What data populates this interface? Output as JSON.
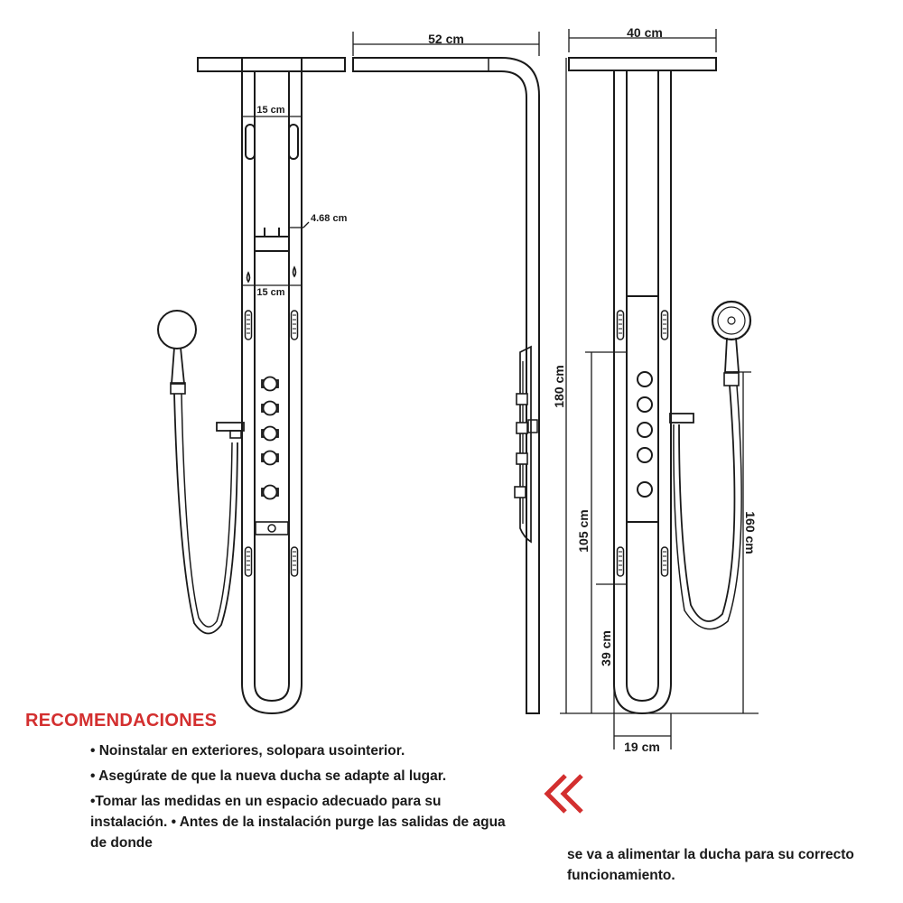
{
  "dimensions": {
    "front_top_spacing": "15 cm",
    "valve_spacing": "4.68 cm",
    "front_mid_spacing": "15 cm",
    "side_depth": "52 cm",
    "side_height": "180 cm",
    "back_width": "40 cm",
    "height_105": "105 cm",
    "height_39": "39 cm",
    "hose_length": "160 cm",
    "base_width": "19 cm"
  },
  "recommendations": {
    "heading": "RECOMENDACIONES",
    "item_1": "• Noinstalar en exteriores, solopara usointerior.",
    "item_2": "• Asegúrate de que la nueva ducha se adapte al lugar.",
    "item_3": "•Tomar las medidas en un espacio adecuado para su instalación. • Antes de la instalación purge las salidas de agua de donde",
    "continuation": "se va a alimentar la ducha para su correcto funcionamiento."
  },
  "colors": {
    "accent": "#d32f2f",
    "line": "#1a1a1a"
  },
  "icons": {
    "chevron": "double-chevron-left-icon"
  }
}
